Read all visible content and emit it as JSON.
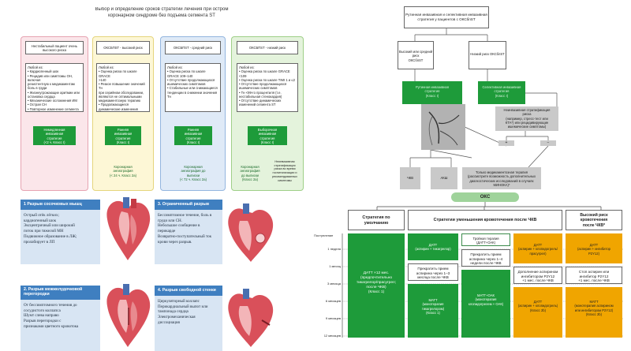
{
  "left_panel": {
    "title": "Выбор и определение сроков стратегии лечения при остром\nкоронарном синдроме без подъема сегмента ST",
    "columns": [
      {
        "header": "Нестабильный пациент очень\nвысокого риска",
        "criteria": "Любой из:\n• Кардиогенный шок\n• Рецидив или симптомы ОН, включая\n   резистентную к медикаментам\n   боль в груди\n• Жизнеугрожающие аритмии или\n   остановка сердца\n• Механические осложнения ИМ\n• Острая СН\n• Повторное изменение сегмента ST\n   или Т-зубца, особенно\n   интермиттирующее изменение",
        "strategy": "Немедленная\nинвазивная\nстратегия\n(<2 ч. Класс I)",
        "outcome": ""
      },
      {
        "header": "ОКСБПST - высокий риск",
        "criteria": "Любой из:\n• Оценка риска по шкале GRACE\n>140\n• Резкое повышение значений Тн\nпри серийном обследовании,\nявляются не оптимальными\nмедикаментозную терапию\n• Продолжающиеся\nдинамические изменения\nсегмента ST",
        "strategy": "Ранняя\nинвазивная\nстратегия\n(Класс I)",
        "outcome": "Коронарная\nангиография\n(< 24 ч. Класс 2а)"
      },
      {
        "header": "ОКСБПST - средний риск",
        "criteria": "Любой из:\n• Оценка риска по шкале\nGRACE 109–140\n• Отсутствие продолжающихся\nишемических симптомов\n• Стабильные или снижающиеся\nтенденции в снижении значения\nТн",
        "strategy": "Ранняя\nинвазивная\nстратегия\n(Класс I)",
        "outcome": "Коронарная\nангиография до\nвыписки\n(< 72 ч. Класс 2а)"
      },
      {
        "header": "ОКСБПST - низкий риск",
        "criteria": "Любой из:\n• Оценка риска по шкале GRACE\n<109\n• Оценка риска по шкале TIMI 1 и ≤2\n• Отсутствие продолжающихся\nишемических симптомов\n• Тн <99-го процентиля (т.е.\nнестабильная стенокардия)\n• Отсутствие динамических\nизменений сегмента ST",
        "strategy": "Выборочная\nинвазивная\nстратегия\n(Класс I)",
        "outcome": "Коронарная\nангиография\nдо выписки\n(Класс 2а)",
        "outcome2": "Неинвазивная\nстратификация\nриска во время\nгоспитализации и\nрекомендованных\nсимптомы"
      }
    ]
  },
  "cards": [
    {
      "title": "1 Разрыв сосочковых мышц",
      "body": "Острый отёк лёгких;\nкардиогенный шок\nЭксцентричный или широкий\nпоток при тяжелой МН\nПодвижное образование в ЛЖ;\nпролабирует в ЛП"
    },
    {
      "title": "3. Ограниченный разрыв",
      "body": "Бессимптомное течение, боль в\nгруди или СН.\nНебольшое сообщение в\nперикарде\nВозвратно-поступательный ток\nкрови через разрыв."
    },
    {
      "title": "2. Разрыв межжелудочковой\nперегородки",
      "body": "От бессимптомного течения до\nсосудистого коллапса\nШумт слева направо\nРазрыв перегородки с\nпризнаками цветного кровотока"
    },
    {
      "title": "4. Разрыв свободной стенки",
      "body": "Циркуляторный коллапс\nПерикардиальный выпот или\nтампонада сердца\nЭлектромеханическая\nдиссоциация"
    }
  ],
  "right_top": {
    "title": "Рутинная инвазивная и селективная инвазивная\nстратегия у пациентов с ОКСбпST",
    "high_risk": "Высокий или средний риск\nОКСбпST",
    "low_risk": "Низкий риск ОКСбпST",
    "routine": "Рутинная инвазивная\nстратегия\n(Класс I)",
    "selective": "Селективная инвазивная\nстратегия\n(Класс I)",
    "stratification": "Неинвазивная стратификация\nриска\n(например, стресс-тест или\nКТА*) или рецидивирующие\nишемические симптомы)",
    "plus": "+",
    "minus": "−",
    "pci": "ЧКВ",
    "cabg": "АКШ",
    "medical": "Только медикаментозная терапия\n(рассмотрите возможность дополнительных\nдиагностических исследований в случаях\nМИНОКА)*"
  },
  "right_bottom": {
    "oks": "ОКС",
    "col_default": "Стратегия по\nумолчанию",
    "col_reduce": "Стратегии уменьшения кровотечения после ЧКВ",
    "col_high": "Высокий риск\nкровотечения\nпосле ЧКВ*",
    "axis_title": "Поступление",
    "times": [
      "1 неделя",
      "1 месяц",
      "3 месяца",
      "6 месяцев",
      "9 месяцев",
      "12 месяцев"
    ],
    "default_box": "ДАТТ ×12 мес.\n(предпочтительно\nтикагрелор/прасугрел;\nпосле ЧКВ)\n(Класс 1)",
    "datt1": "ДАТТ\n(аспирин + тикагрелор)",
    "matt1": "МАТТ\n(монотерапия\nтикагрелором)\n(Класс 1)",
    "stop_asp": "Прекратить прием\nаспирина через 1–4\nнедели после ЧКВ",
    "stop_asp2": "Прекратить прием\nаспирина через 1–3\nмесяца после ЧКВ",
    "triple": "Тройная терапия\n(ДАТТ+ОАК)",
    "oak": "МАТТ+ОАК\n(монотерапия\nклопидогрелем + ОАК)",
    "datt_amber1": "ДАТТ\n(аспирин + клопидогрель/\nпрасугрел)",
    "dopolnit": "Дополнение аспирином\nингибитором P2Y12\n+1 мес. после ЧКВ",
    "datt_amber2": "ДАТТ\n(аспирин + клопидогрель)\n(Класс 2b)",
    "high1": "ДАТТ\n(аспирин + ингибитор\nP2Y12)",
    "high2": "Стоп аспирин или\nингибитор P2Y12\n+1 мес. после ЧКВ",
    "high3": "МАТТ\n(монотерапия аспирином\nили ингибитором P2Y12)\n(Класс 2b)"
  }
}
